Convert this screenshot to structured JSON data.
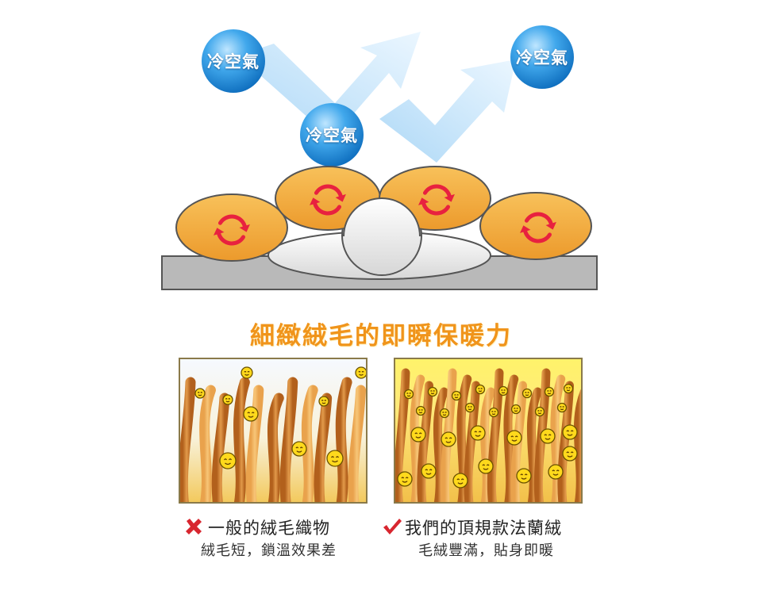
{
  "diagram": {
    "cold_air_labels": [
      "冷空氣",
      "冷空氣",
      "冷空氣"
    ],
    "headline": "細緻絨毛的即瞬保暖力",
    "comparison": {
      "ordinary": {
        "mark": "cross-icon",
        "title": "一般的絨毛織物",
        "description": "絨毛短，鎖溫效果差"
      },
      "premium": {
        "mark": "check-icon",
        "title": "我們的頂規款法蘭絨",
        "description": "毛絨豐滿，貼身即暖"
      }
    },
    "colors": {
      "headline": "#f0941b",
      "bubble_blue": "#2e9be0",
      "feather_orange": "#f4a93a",
      "cycle_arrow": "#e8213f",
      "fiber_brown": "#c8782b",
      "cross": "#d8262f",
      "check": "#d8262f"
    }
  }
}
